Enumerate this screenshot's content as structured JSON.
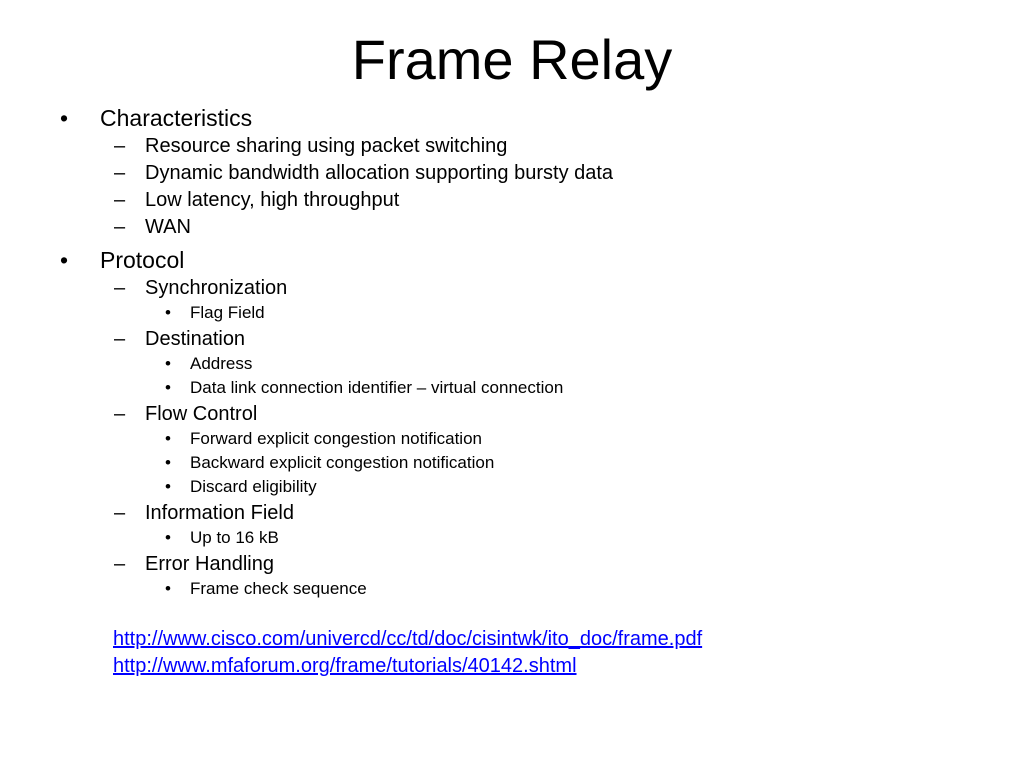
{
  "slide": {
    "title": "Frame Relay",
    "markers": {
      "level1": "•",
      "level2": "–",
      "level3": "•"
    },
    "items": [
      {
        "level": 1,
        "text": "Characteristics"
      },
      {
        "level": 2,
        "text": "Resource sharing using packet switching"
      },
      {
        "level": 2,
        "text": "Dynamic bandwidth allocation supporting bursty data"
      },
      {
        "level": 2,
        "text": "Low latency, high throughput"
      },
      {
        "level": 2,
        "text": "WAN"
      },
      {
        "level": 1,
        "text": "Protocol"
      },
      {
        "level": 2,
        "text": "Synchronization"
      },
      {
        "level": 3,
        "text": "Flag Field"
      },
      {
        "level": 2,
        "text": "Destination"
      },
      {
        "level": 3,
        "text": "Address"
      },
      {
        "level": 3,
        "text": "Data link connection identifier – virtual connection"
      },
      {
        "level": 2,
        "text": "Flow Control"
      },
      {
        "level": 3,
        "text": "Forward explicit congestion notification"
      },
      {
        "level": 3,
        "text": "Backward explicit congestion notification"
      },
      {
        "level": 3,
        "text": "Discard eligibility"
      },
      {
        "level": 2,
        "text": "Information Field"
      },
      {
        "level": 3,
        "text": "Up to 16 kB"
      },
      {
        "level": 2,
        "text": "Error Handling"
      },
      {
        "level": 3,
        "text": "Frame check sequence"
      }
    ],
    "links": [
      "http://www.cisco.com/univercd/cc/td/doc/cisintwk/ito_doc/frame.pdf",
      "http://www.mfaforum.org/frame/tutorials/40142.shtml"
    ],
    "colors": {
      "link": "#0000ff",
      "text": "#000000",
      "background": "#ffffff"
    }
  }
}
